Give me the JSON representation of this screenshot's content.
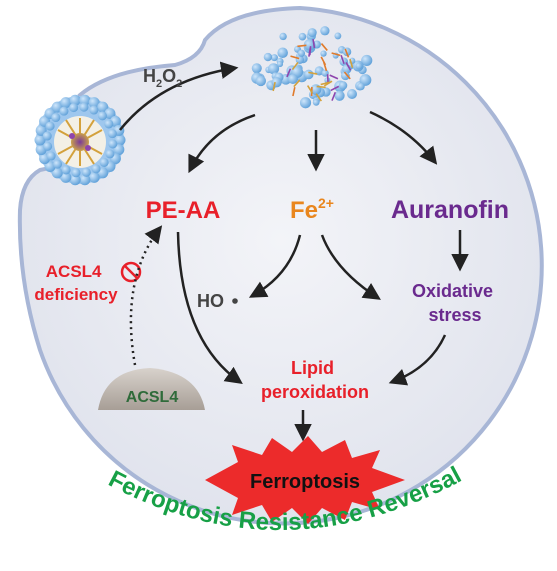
{
  "labels": {
    "h2o2_main": "H",
    "h2o2_sub1": "2",
    "h2o2_mid": "O",
    "h2o2_sub2": "2",
    "pe_aa": "PE-AA",
    "fe_main": "Fe",
    "fe_sup": "2+",
    "auranofin": "Auranofin",
    "acsl4_deficiency_line1": "ACSL4",
    "acsl4_deficiency_line2": "deficiency",
    "hydroxyl_radical": "HO",
    "oxidative_stress_line1": "Oxidative",
    "oxidative_stress_line2": "stress",
    "lipid_peroxidation_line1": "Lipid",
    "lipid_peroxidation_line2": "peroxidation",
    "acsl4": "ACSL4",
    "ferroptosis": "Ferroptosis",
    "arc_title": "Ferroptosis Resistance Reversal"
  },
  "colors": {
    "cell_fill": "#e6e8f0",
    "cell_stroke": "#a8b6d6",
    "red": "#e8202a",
    "orange": "#e9861e",
    "purple": "#6a2a8e",
    "gray_text": "#444444",
    "green": "#17a046",
    "acsl4_green": "#2f6b3a",
    "burst": "#ec2b2b",
    "arrow": "#222222"
  }
}
